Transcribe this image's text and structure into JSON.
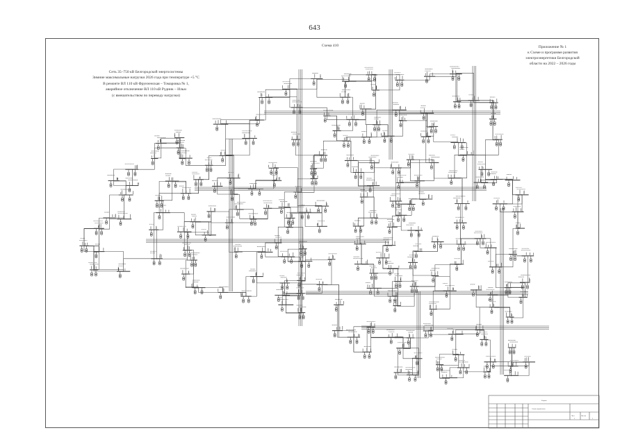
{
  "page_number": "643",
  "scheme_title": "Схема 410",
  "appendix": {
    "lines": [
      "Приложение № 1",
      "к Схеме и программе развития",
      "электроэнергетики Белгородской",
      "области на 2022 – 2026 годы"
    ]
  },
  "caption": {
    "lines": [
      "Сеть 35–750 кВ Белгородской энергосистемы",
      "Зимние максимальные нагрузки 2026 года при температуре +5 °С",
      "В ремонте ВЛ 110 кВ Фрунзенская – Томаровка № 1,",
      "аварийное отключение ВЛ 110 кВ Рудник – Ильм",
      "(с вмешательством по переводу нагрузки)"
    ]
  },
  "title_block": {
    "top_label": "Формат",
    "cells": [
      "Схема нормальная",
      "Лист",
      "Листов",
      "1",
      "1"
    ]
  },
  "colors": {
    "ink": "#444444",
    "paper": "#ffffff"
  }
}
